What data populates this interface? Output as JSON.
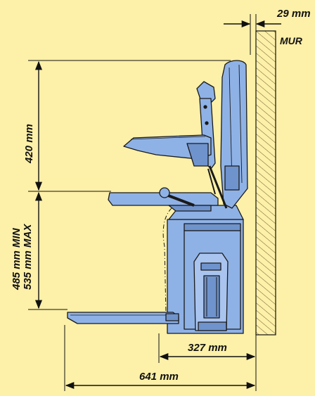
{
  "labels": {
    "wall_gap": "29 mm",
    "wall": "MUR",
    "backrest_height": "420 mm",
    "seat_height_min": "485 mm MIN",
    "seat_height_max": "535 mm MAX",
    "folded_depth": "327 mm",
    "unfolded_depth": "641 mm"
  },
  "colors": {
    "background": "#fdf0a8",
    "chair_fill": "#8fb2e6",
    "chair_shade": "#6f93cc",
    "outline": "#1a1a1a",
    "wall_hatch": "#6b5a2a"
  }
}
